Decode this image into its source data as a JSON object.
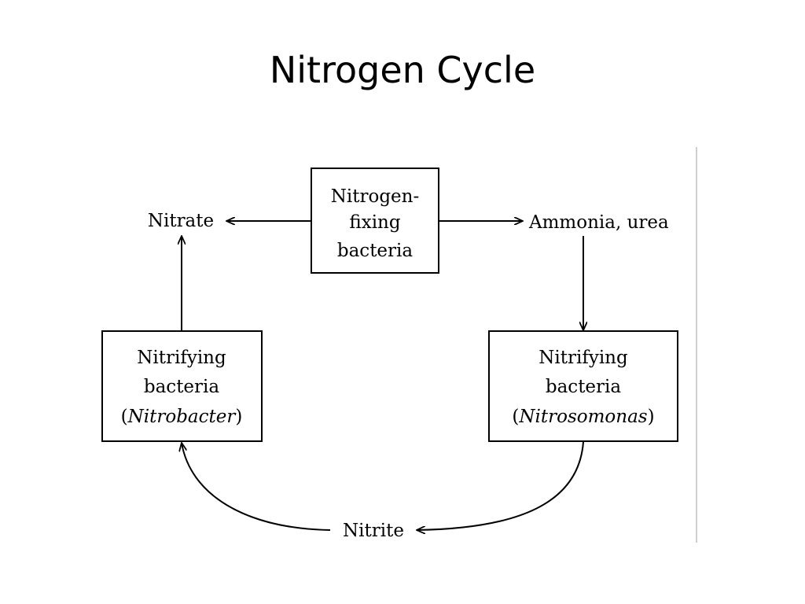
{
  "slide": {
    "title": "Nitrogen Cycle"
  },
  "diagram": {
    "boxes": {
      "fixing": {
        "lines": [
          "Nitrogen-",
          "fixing",
          "bacteria"
        ]
      },
      "nitrobacter": {
        "line1": "Nitrifying",
        "line2": "bacteria",
        "line3_prefix": "(",
        "line3_genus": "Nitrobacter",
        "line3_suffix": ")"
      },
      "nitrosomonas": {
        "line1": "Nitrifying",
        "line2": "bacteria",
        "line3_prefix": "(",
        "line3_genus": "Nitrosomonas",
        "line3_suffix": ")"
      }
    },
    "labels": {
      "nitrate": "Nitrate",
      "ammonia": "Ammonia, urea",
      "nitrite": "Nitrite"
    }
  },
  "colors": {
    "background": "#ffffff",
    "ink": "#000000",
    "edge_rule": "#bdbdbd"
  }
}
